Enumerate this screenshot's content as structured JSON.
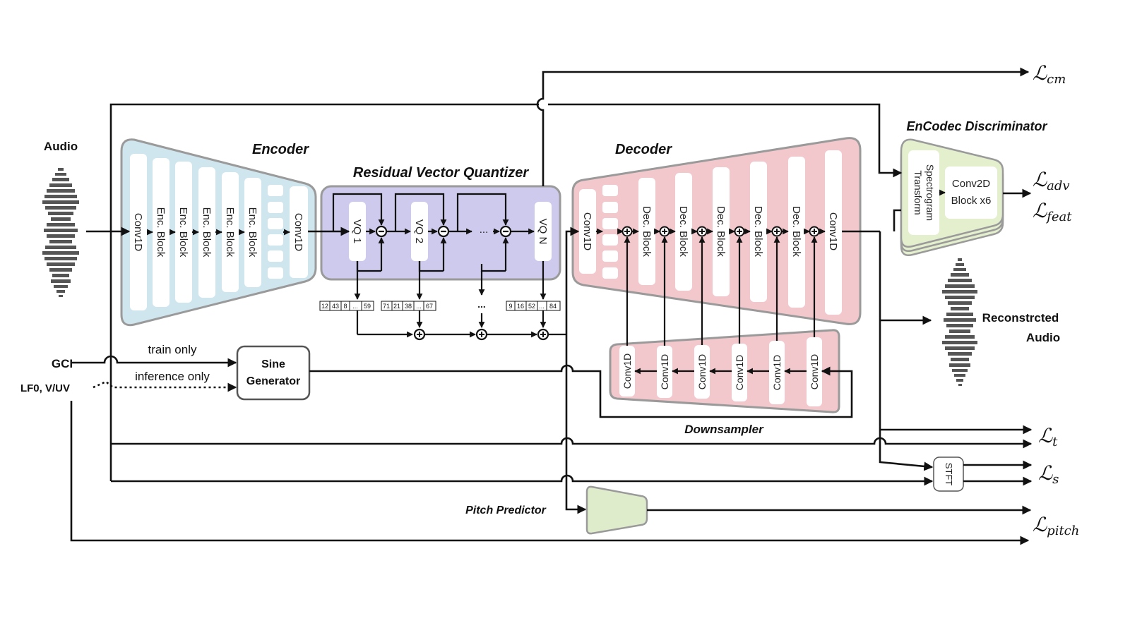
{
  "audio_label": "Audio",
  "reconstructed_label_1": "Reconstrcted",
  "reconstructed_label_2": "Audio",
  "encoder": {
    "title": "Encoder",
    "first_block": "Conv1D",
    "blocks": [
      "Enc. Block",
      "Enc. Block",
      "Enc. Block",
      "Enc. Block",
      "Enc. Block"
    ],
    "last_block": "Conv1D"
  },
  "rvq": {
    "title": "Residual Vector Quantizer",
    "vq_labels": [
      "VQ 1",
      "VQ 2",
      "VQ N"
    ],
    "ellipsis": "...",
    "codes": [
      [
        "12",
        "43",
        "8",
        "...",
        "59"
      ],
      [
        "71",
        "21",
        "38",
        "...",
        "67"
      ],
      [
        "9",
        "16",
        "52",
        "...",
        "84"
      ]
    ],
    "codes_ellipsis": "..."
  },
  "decoder": {
    "title": "Decoder",
    "first_block": "Conv1D",
    "blocks": [
      "Dec. Block",
      "Dec. Block",
      "Dec. Block",
      "Dec. Block",
      "Dec. Block"
    ],
    "last_block": "Conv1D"
  },
  "downsampler": {
    "title": "Downsampler",
    "blocks": [
      "Conv1D",
      "Conv1D",
      "Conv1D",
      "Conv1D",
      "Conv1D",
      "Conv1D"
    ]
  },
  "discriminator": {
    "title": "EnCodec Discriminator",
    "spectrogram_line1": "Spectrogram",
    "spectrogram_line2": "Transform",
    "conv_line1": "Conv2D",
    "conv_line2": "Block x6"
  },
  "inputs": {
    "gci": "GCI",
    "lf0": "LF0, V/UV",
    "train_only": "train only",
    "inference_only": "inference only"
  },
  "sine_generator": {
    "line1": "Sine",
    "line2": "Generator"
  },
  "pitch_predictor": "Pitch Predictor",
  "stft": "STFT",
  "losses": {
    "cm": "cm",
    "adv": "adv",
    "feat": "feat",
    "t": "t",
    "s": "s",
    "pitch": "pitch",
    "symbol": "ℒ"
  },
  "colors": {
    "encoder_fill": "#cfe6ef",
    "rvq_fill": "#cdcaee",
    "decoder_fill": "#f3c8cc",
    "disc_fill": "#e3efcd",
    "pitch_fill": "#dfeccb",
    "outline": "#9a9a9a"
  }
}
